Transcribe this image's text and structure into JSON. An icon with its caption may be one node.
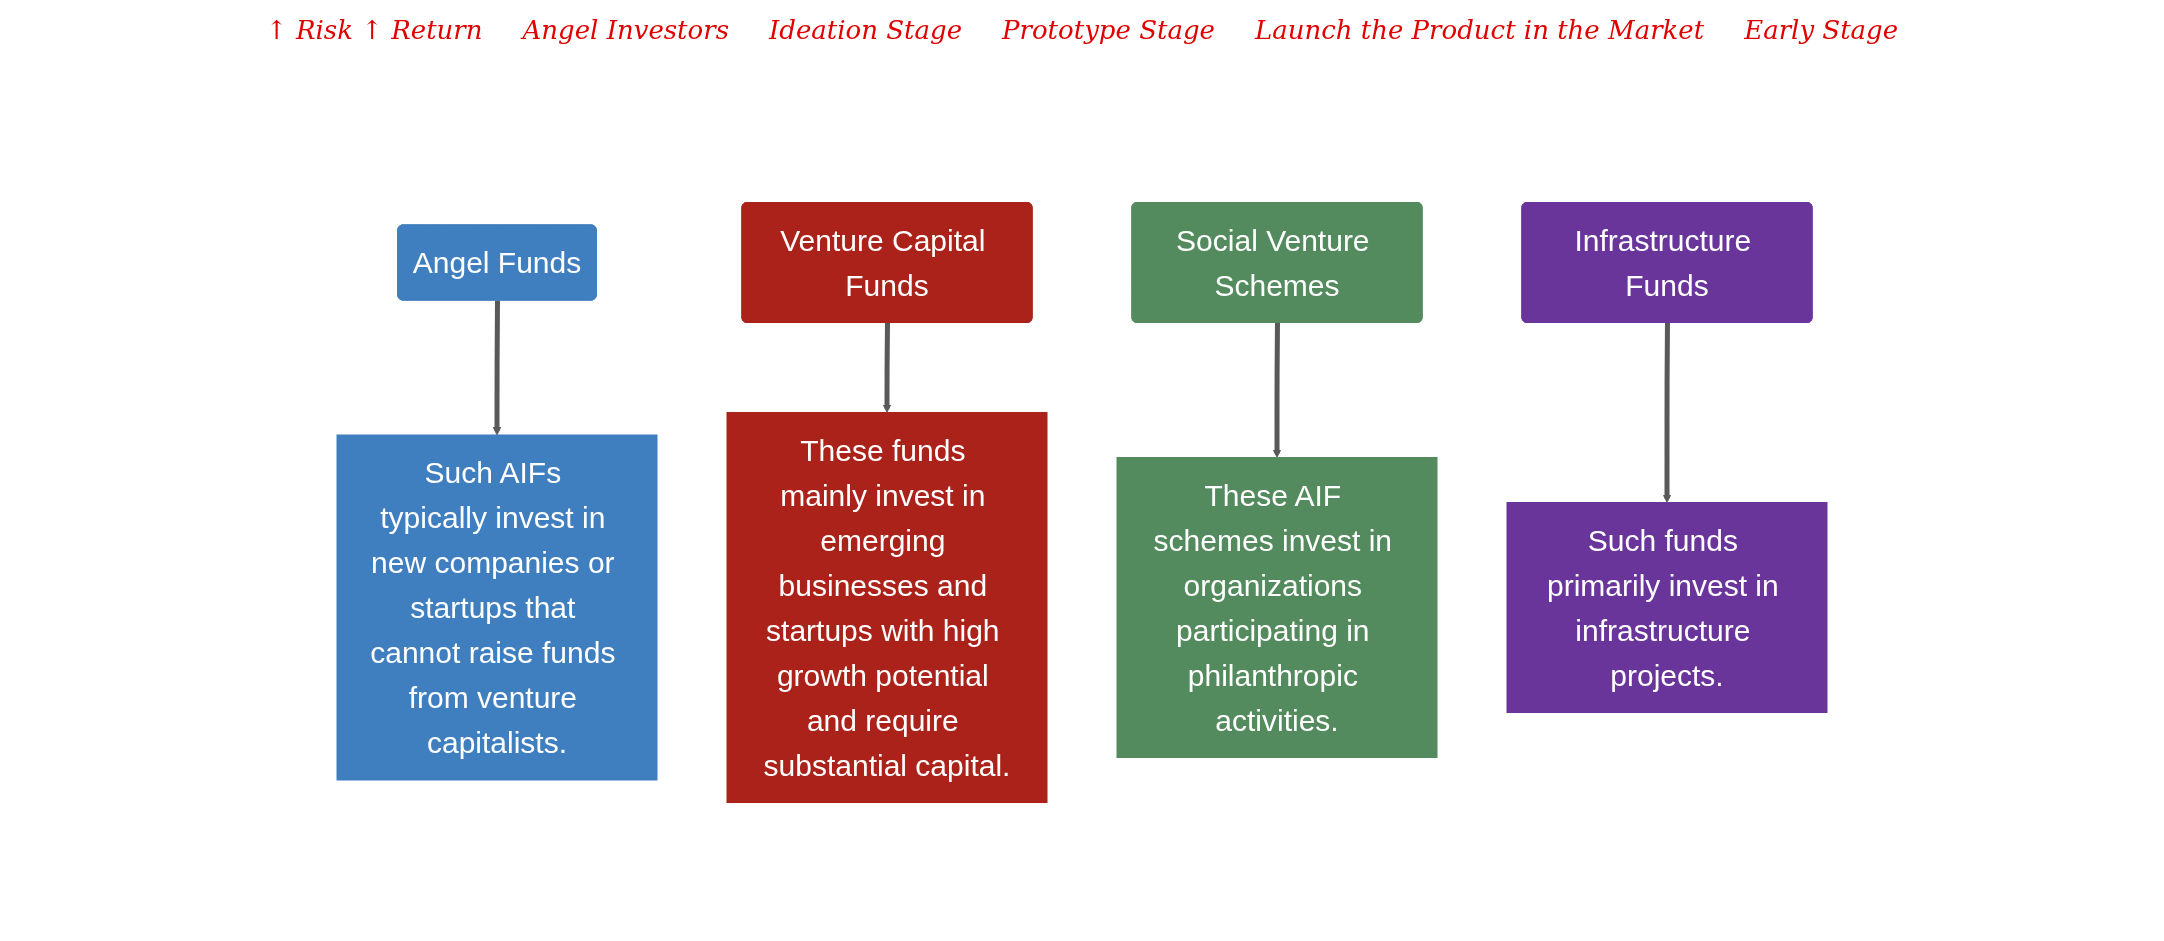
{
  "diagram": {
    "nodes": [
      {
        "text": [
          "Angel Funds"
        ]
      },
      {
        "text": [
          "Such AIFs typically invest in new companies or startups that cannot raise funds from venture capitalists."
        ]
      },
      {
        "text": [
          "Venture Capital Funds"
        ]
      },
      {
        "text": [
          "These funds mainly invest in emerging businesses and startups with high growth potential and require substantial capital."
        ]
      },
      {
        "text": [
          "Social Venture Schemes"
        ]
      },
      {
        "text": [
          "These AIF schemes invest in organizations participating in philanthropic activities."
        ]
      },
      {
        "text": [
          "Infrastructure Funds"
        ]
      },
      {
        "text": [
          "Such funds primarily invest in infrastructure projects."
        ]
      }
    ],
    "edges": [
      {
        "from": 0,
        "to": 1,
        "arrow": "to"
      },
      {
        "from": 2,
        "to": 3,
        "arrow": "to"
      },
      {
        "from": 4,
        "to": 5,
        "arrow": "to"
      },
      {
        "from": 6,
        "to": 7,
        "arrow": "to"
      }
    ],
    "labels": [
      "↑ Risk ↑ Return",
      "Angel Investors",
      "Ideation Stage",
      "Prototype Stage",
      "Launch the Product in the Market",
      "Early Stage"
    ]
  }
}
